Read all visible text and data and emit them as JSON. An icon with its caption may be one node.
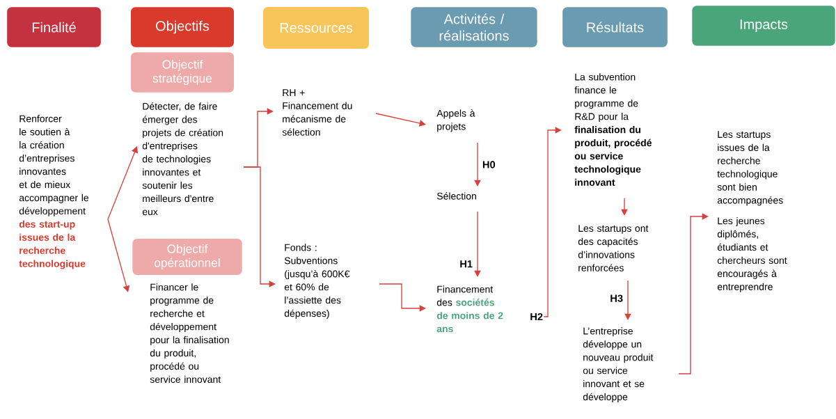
{
  "diagram": {
    "nodes": [
      {
        "text": [
          "Finalité"
        ]
      },
      {
        "text": [
          "Objectifs"
        ]
      },
      {
        "text": [
          "Ressources"
        ]
      },
      {
        "text": [
          "Activités / réalisations"
        ]
      },
      {
        "text": [
          "Résultats"
        ]
      },
      {
        "text": [
          "Impacts"
        ]
      },
      {
        "text": [
          "Objectif stratégique"
        ]
      },
      {
        "text": [
          "Objectif opérationnel"
        ]
      },
      {
        "text": [
          "Renforcer le soutien à la création d’entreprises innovantes et de mieux accompagner le développement",
          "des start-up issues de la recherche technologique"
        ]
      },
      {
        "text": [
          "Détecter, de faire émerger des projets de création d'entreprises de technologies innovantes et soutenir les meilleurs d'entre eux"
        ]
      },
      {
        "text": [
          "Financer le programme de recherche et développement pour la finalisation du produit, procédé ou service innovant"
        ]
      },
      {
        "text": [
          "RH + Financement du mécanisme de sélection"
        ]
      },
      {
        "text": [
          "Fonds : Subventions (jusqu’à 600K€ et 60% de l’assiette des dépenses)"
        ]
      },
      {
        "text": [
          "Appels à projets"
        ]
      },
      {
        "text": [
          "Sélection"
        ]
      },
      {
        "text": [
          "Financement des",
          "sociétés de moins de 2 ans"
        ]
      },
      {
        "text": [
          "La subvention finance le programme de R&D pour la **finalisation du produit, procédé ou service technologique innovant**"
        ]
      },
      {
        "text": [
          "Les startups ont des capacités d’innovations renforcées"
        ]
      },
      {
        "text": [
          "L’entreprise développe un nouveau produit ou service innovant et se développe"
        ]
      },
      {
        "text": [
          "Les startups issues de la recherche technologique sont bien accompagnées",
          "Les jeunes diplômés, étudiants et chercheurs sont encouragés à entreprendre"
        ]
      }
    ],
    "edges": [
      {
        "from": 8,
        "to": 9,
        "arrow": "to"
      },
      {
        "from": 8,
        "to": 10,
        "arrow": "to"
      },
      {
        "from": 9,
        "to": 11,
        "arrow": "to"
      },
      {
        "from": 9,
        "to": 12,
        "arrow": "to"
      },
      {
        "from": 11,
        "to": 13,
        "arrow": "to"
      },
      {
        "from": 13,
        "to": 14,
        "arrow": "to",
        "label": "H0"
      },
      {
        "from": 14,
        "to": 15,
        "arrow": "to",
        "label": "H1"
      },
      {
        "from": 12,
        "to": 15,
        "arrow": "to"
      },
      {
        "from": 15,
        "to": 16,
        "arrow": "to",
        "label": "H2"
      },
      {
        "from": 16,
        "to": 17,
        "arrow": "to"
      },
      {
        "from": 17,
        "to": 18,
        "arrow": "to",
        "label": "H3"
      },
      {
        "from": 18,
        "to": 19,
        "arrow": "to"
      }
    ]
  }
}
